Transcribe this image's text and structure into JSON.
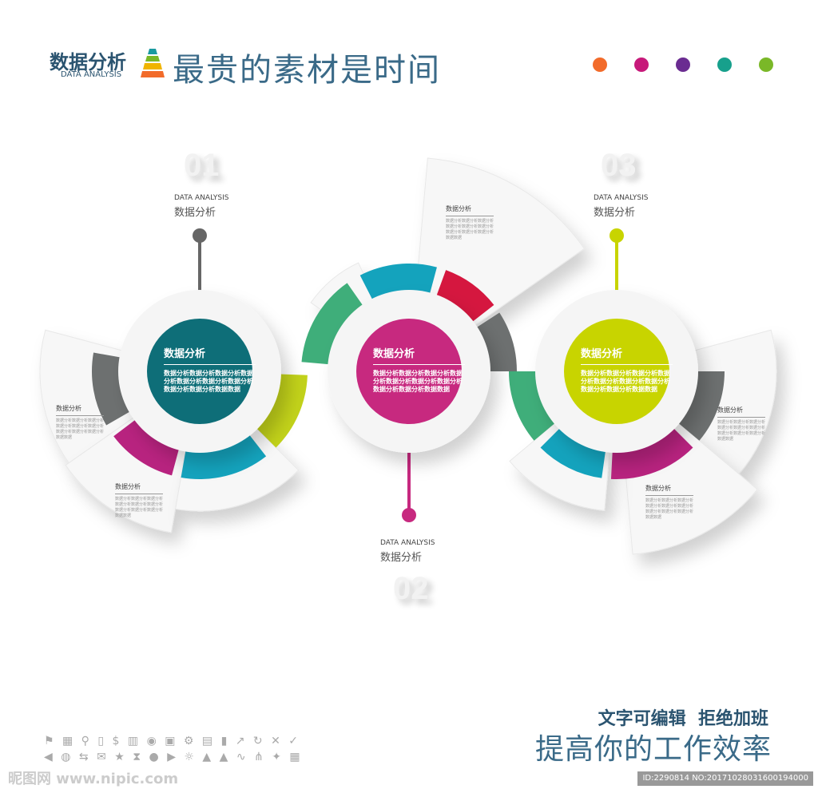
{
  "header": {
    "logo_cn": "数据分析",
    "logo_en": "DATA ANALYSIS",
    "slogan": "最贵的素材是时间"
  },
  "top_icons": [
    {
      "name": "pie-icon",
      "color": "#f26b2a"
    },
    {
      "name": "dots-icon",
      "color": "#c7197a"
    },
    {
      "name": "pie-icon",
      "color": "#6a2c91"
    },
    {
      "name": "dot-chart-icon",
      "color": "#17a08c"
    },
    {
      "name": "pie-icon",
      "color": "#7ab828"
    }
  ],
  "steps": [
    {
      "num": "01",
      "en": "DATA ANALYSIS",
      "cn": "数据分析",
      "title": "数据分析",
      "body": "数据分析数据分析数据分析数据分析数据分析数据分析数据分析数据分析数据分析数据数据",
      "color": "#0e6e78",
      "pin": "#666666"
    },
    {
      "num": "02",
      "en": "DATA ANALYSIS",
      "cn": "数据分析",
      "title": "数据分析",
      "body": "数据分析数据分析数据分析数据分析数据分析数据分析数据分析数据分析数据分析数据数据",
      "color": "#c7297f",
      "pin": "#c7297f"
    },
    {
      "num": "03",
      "en": "DATA ANALYSIS",
      "cn": "数据分析",
      "title": "数据分析",
      "body": "数据分析数据分析数据分析数据分析数据分析数据分析数据分析数据分析数据分析数据数据",
      "color": "#c8d400",
      "pin": "#c8d400"
    }
  ],
  "small_blocks": [
    {
      "title": "数据分析",
      "body": "数据分析数据分析数据分析数据分析数据分析数据分析数据分析数据分析数据分析数据数据"
    },
    {
      "title": "数据分析",
      "body": "数据分析数据分析数据分析数据分析数据分析数据分析数据分析数据分析数据分析数据数据"
    },
    {
      "title": "数据分析",
      "body": "数据分析数据分析数据分析数据分析数据分析数据分析数据分析数据分析数据分析数据数据"
    },
    {
      "title": "数据分析",
      "body": "数据分析数据分析数据分析数据分析数据分析数据分析数据分析数据分析数据分析数据数据"
    },
    {
      "title": "数据分析",
      "body": "数据分析数据分析数据分析数据分析数据分析数据分析数据分析数据分析数据分析数据数据"
    }
  ],
  "palette": {
    "gray": "#6d7070",
    "magenta": "#b8237f",
    "cyan": "#14a3bd",
    "lime": "#c2d21a",
    "green": "#3fae7a",
    "red": "#d5173f"
  },
  "footer": {
    "line1": "文字可编辑  拒绝加班",
    "line2": "提高你的工作效率",
    "icons_row1": "⚑ ▦ ⚲ ▯ $ ▥ ◉ ▣ ⚙ ▤ ▮ ↗ ↻ ✕ ✓",
    "icons_row2": "◀ ◍ ⇆ ✉ ★ ⧗ ● ▶ ☼ ▲ ▲ ∿ ⋔ ✦ ▦",
    "watermark": "昵图网 www.nipic.com",
    "id": "ID:2290814 NO:20171028031600194000"
  }
}
